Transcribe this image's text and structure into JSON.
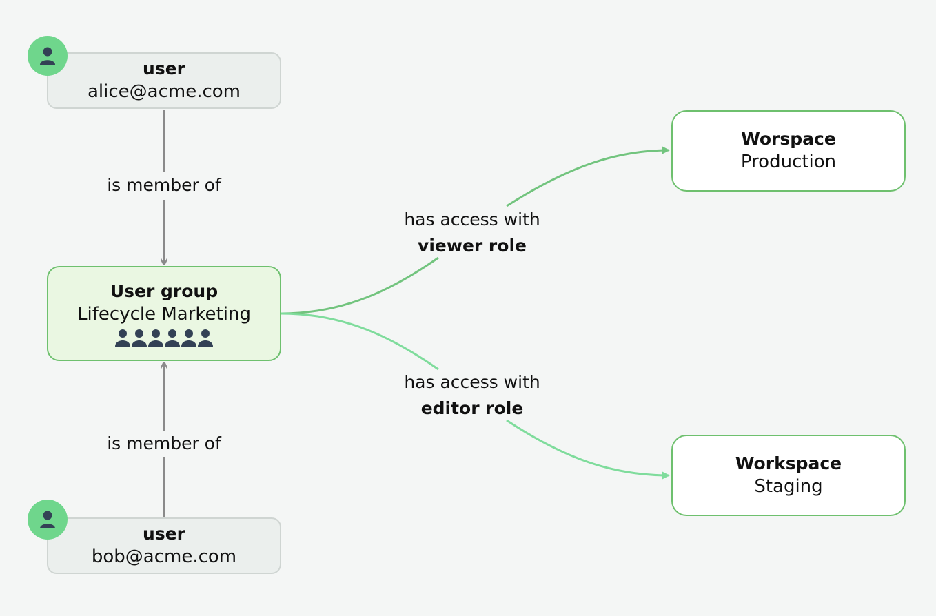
{
  "nodes": {
    "alice": {
      "kind": "user",
      "name": "alice@acme.com",
      "icon": "user-avatar-icon"
    },
    "bob": {
      "kind": "user",
      "name": "bob@acme.com",
      "icon": "user-avatar-icon"
    },
    "group": {
      "kind": "User group",
      "name": "Lifecycle Marketing",
      "member_icon_count": 6,
      "icon": "group-members-icon"
    },
    "production": {
      "kind": "Worspace",
      "name": "Production"
    },
    "staging": {
      "kind": "Workspace",
      "name": "Staging"
    }
  },
  "edges": {
    "alice_to_group": {
      "label": "is member of"
    },
    "bob_to_group": {
      "label": "is member of"
    },
    "group_to_production": {
      "label": "has access with",
      "role": "viewer role"
    },
    "group_to_staging": {
      "label": "has access with",
      "role": "editor role"
    }
  },
  "colors": {
    "background": "#f4f6f5",
    "membership_edge": "#8a8a8a",
    "viewer_edge": "#72c47e",
    "editor_edge": "#7fdc9c",
    "avatar": "#6fd68c",
    "icon_dark": "#334155"
  }
}
